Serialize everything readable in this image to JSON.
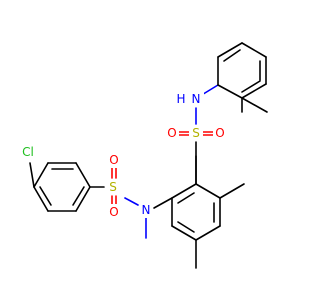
{
  "colors": {
    "carbon": "#000000",
    "oxygen": "#ff0000",
    "nitrogen": "#0000ff",
    "sulfur": "#b2b200",
    "chlorine": "#1fbf1f",
    "background": "#ffffff"
  },
  "atoms": {
    "cl": "Cl",
    "s_left": "S",
    "s_right": "S",
    "o_left_top": "O",
    "o_left_bottom": "O",
    "o_right_left": "O",
    "o_right_right": "O",
    "n_sulfonamide": "N",
    "nh": "N",
    "h": "H"
  }
}
